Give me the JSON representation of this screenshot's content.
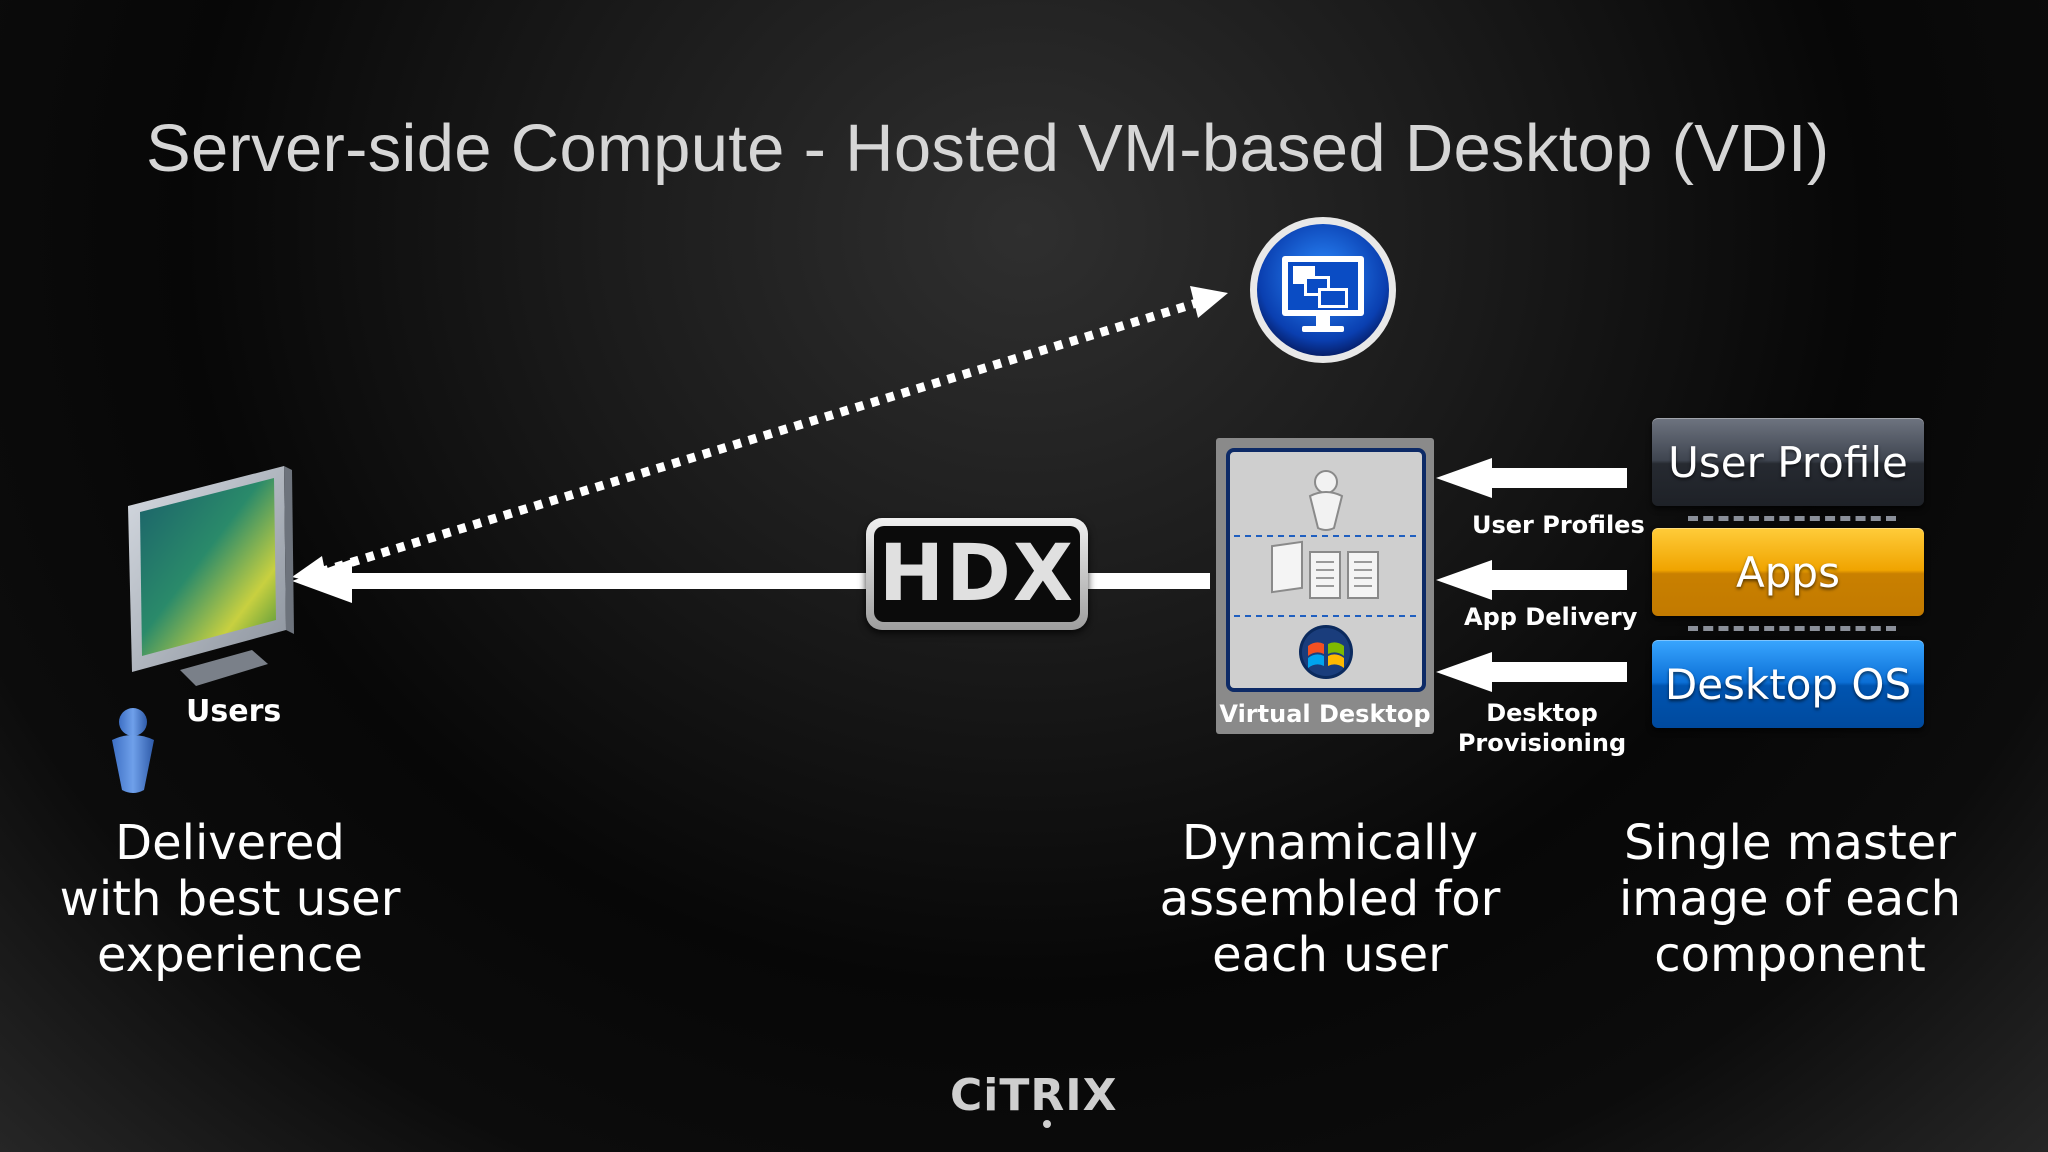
{
  "slide": {
    "title": "Server-side Compute - Hosted VM-based Desktop (VDI)"
  },
  "users": {
    "label": "Users",
    "caption_lines": [
      "Delivered",
      "with best user",
      "experience"
    ]
  },
  "connection": {
    "protocol": "HDX"
  },
  "virtual_desktop": {
    "label": "Virtual Desktop",
    "caption_lines": [
      "Dynamically",
      "assembled for",
      "each user"
    ]
  },
  "delivery_arrows": {
    "user_profiles": "User Profiles",
    "app_delivery": "App Delivery",
    "desktop_provisioning_lines": [
      "Desktop",
      "Provisioning"
    ]
  },
  "component_stack": {
    "user_profile": "User Profile",
    "apps": "Apps",
    "desktop_os": "Desktop OS",
    "caption_lines": [
      "Single master",
      "image of each",
      "component"
    ]
  },
  "footer": {
    "logo_text": "CiTRIX"
  },
  "icons": {
    "monitor": "monitor-icon",
    "user": "user-icon",
    "remote_desktop": "remote-desktop-icon",
    "windows": "windows-logo-icon",
    "documents": "documents-icon"
  },
  "colors": {
    "apps": "#f0a400",
    "desktop_os": "#0b6fd6",
    "user_profile": "#3f4550",
    "vd_border": "#0d2a66"
  }
}
